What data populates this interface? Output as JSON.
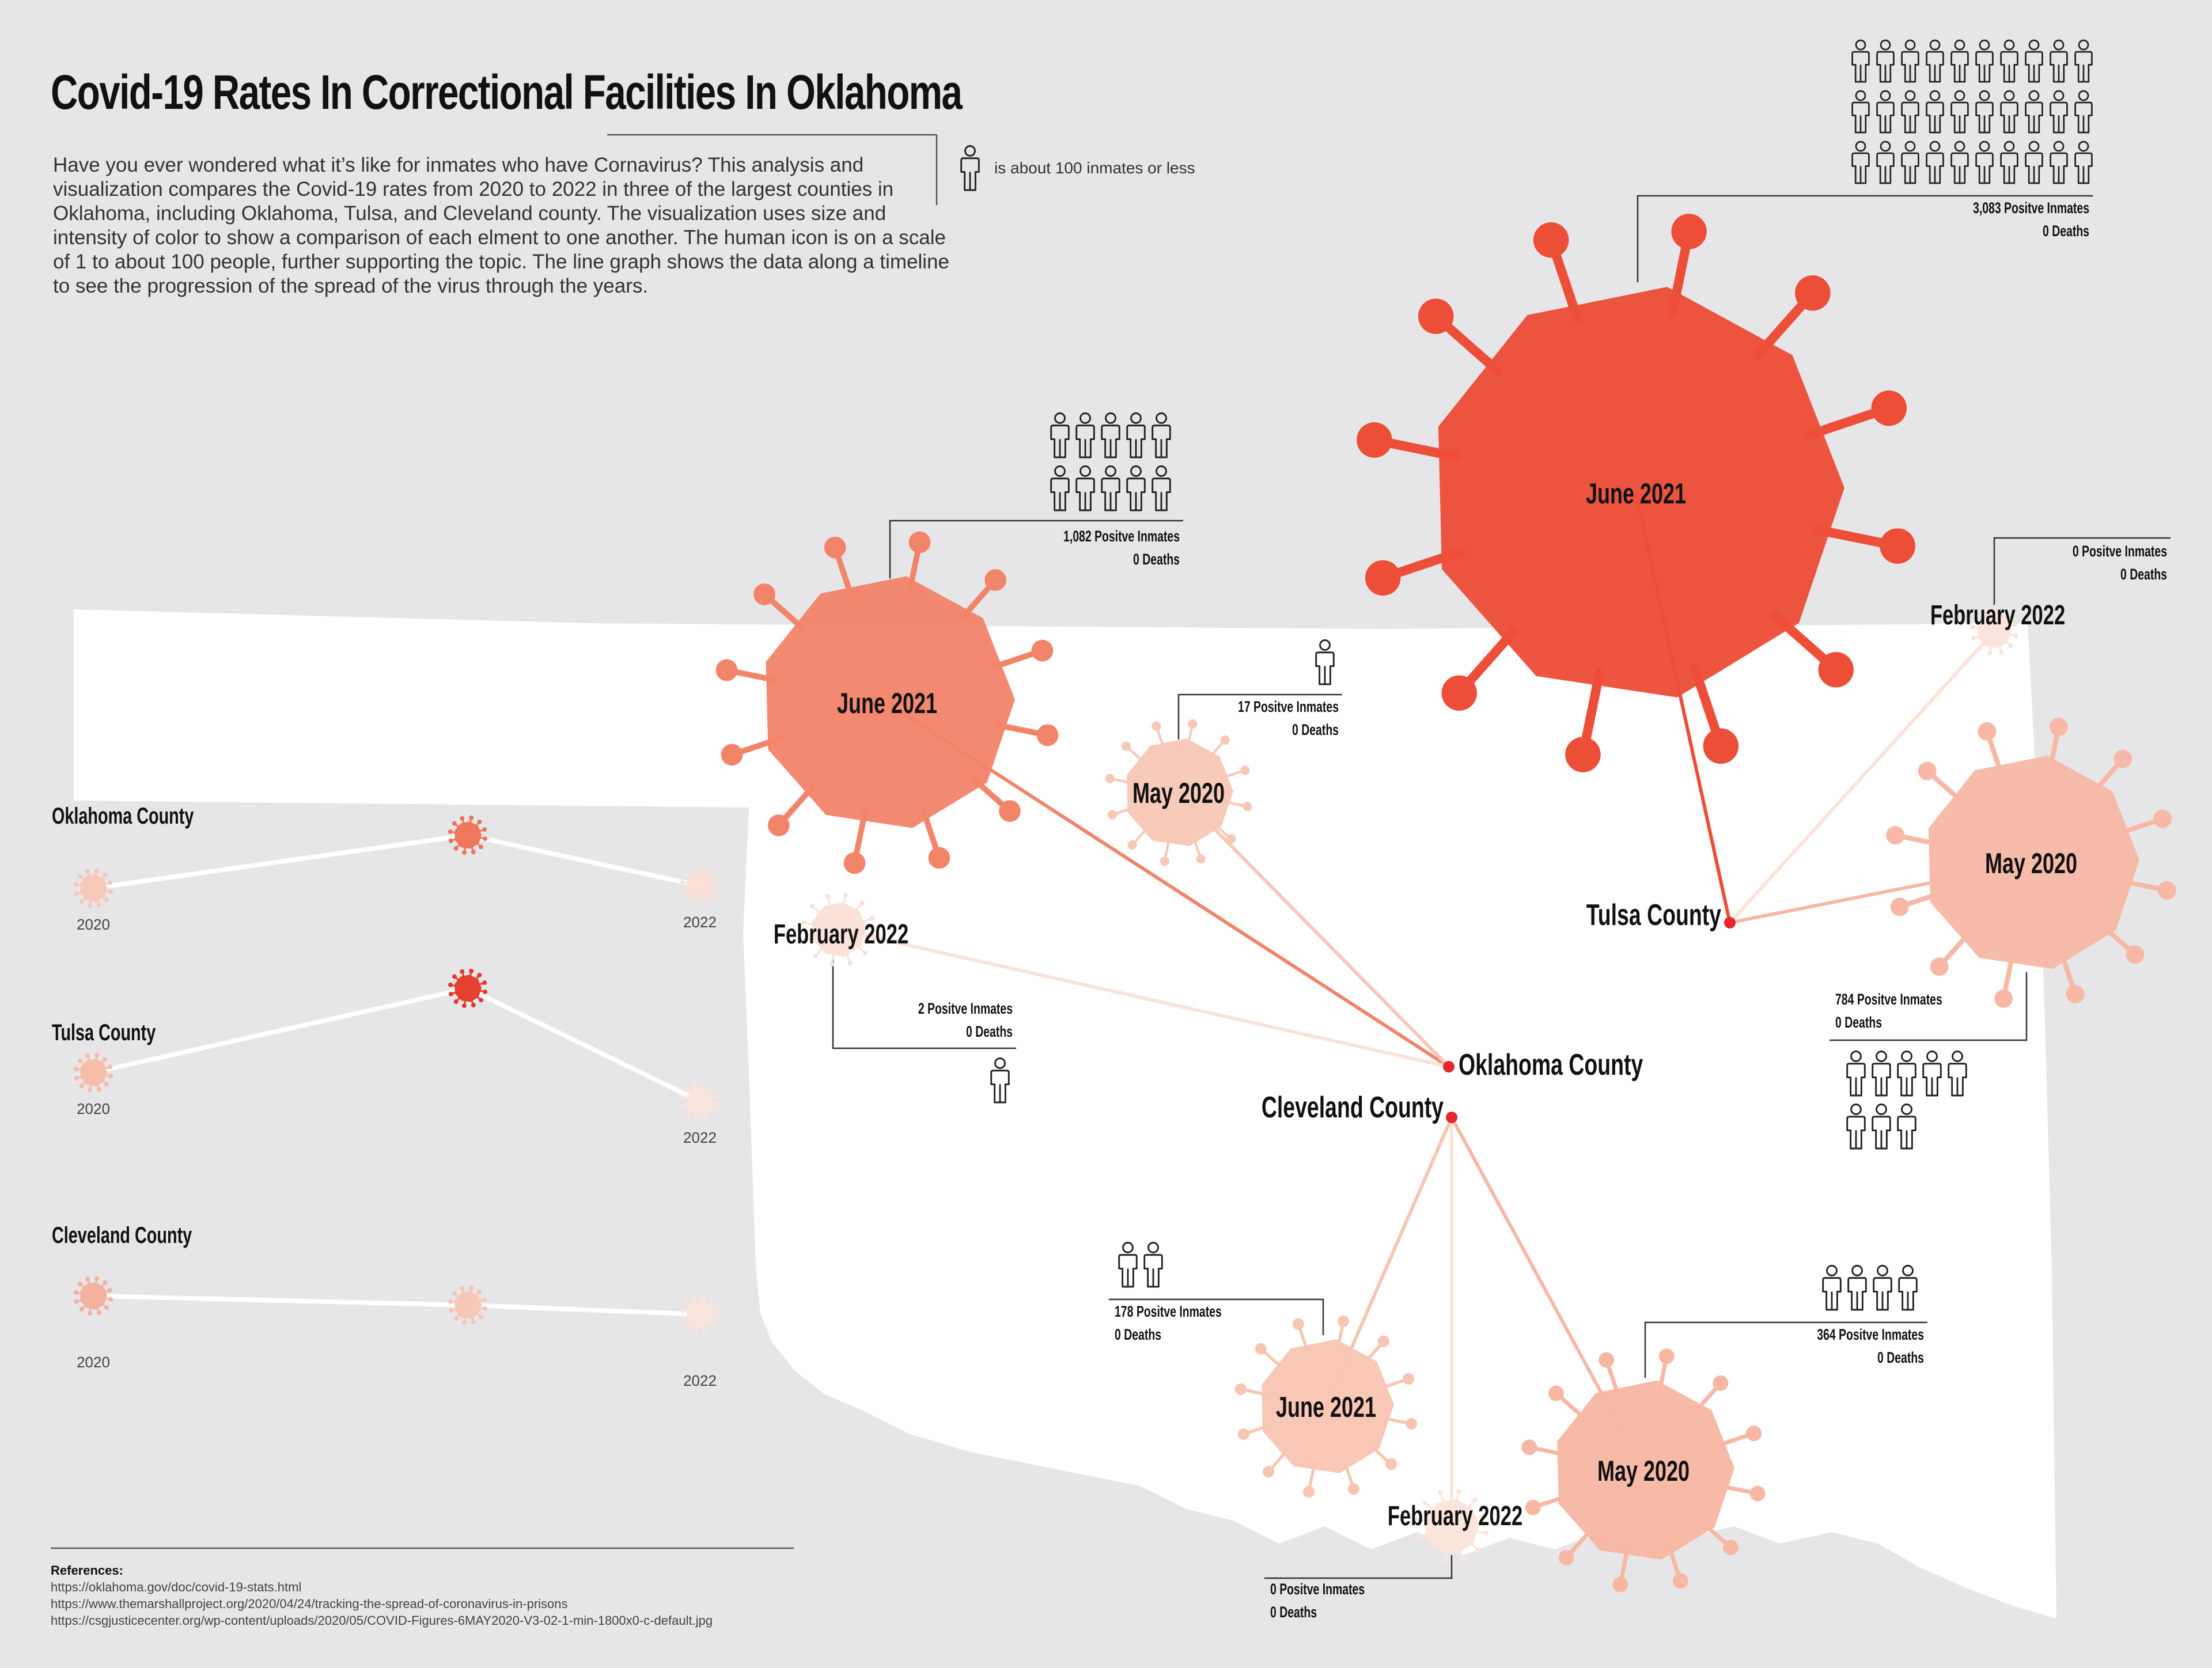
{
  "header": {
    "title": "Covid-19 Rates In Correctional Facilities In Oklahoma",
    "intro": "Have you ever wondered what it’s like for inmates who have Cornavirus? This analysis and visualization compares the Covid-19 rates from 2020 to 2022 in three of the largest counties in Oklahoma, including Oklahoma, Tulsa, and Cleveland county. The visualization uses size and intensity of color to show a comparison of each elment to one another. The human icon is on a scale of 1 to about 100 people, further supporting the topic. The line graph shows the data along a timeline to see the progression of the spread of the virus through the years.",
    "legend": "is about 100 inmates or less"
  },
  "colors": {
    "background": "#e6e6e8",
    "map": "#ffffff",
    "strong": "#ed4e38",
    "medium": "#f2846a",
    "light": "#f7bba8",
    "faint": "#fbdfd4",
    "hub": "#e5262d"
  },
  "references": {
    "heading": "References:",
    "links": [
      "https://oklahoma.gov/doc/covid-19-stats.html",
      "https://www.themarshallproject.org/2020/04/24/tracking-the-spread-of-coronavirus-in-prisons",
      "https://csgjusticecenter.org/wp-content/uploads/2020/05/COVID-Figures-6MAY2020-V3-02-1-min-1800x0-c-default.jpg"
    ]
  },
  "chart_data": [
    {
      "type": "network-bubble",
      "counties": [
        {
          "name": "Oklahoma County",
          "points": [
            {
              "period": "June 2021",
              "positive_label": "1,082 Positve Inmates",
              "positive": 1082,
              "deaths_label": "0 Deaths",
              "deaths": 0,
              "icons": 10,
              "color": "#f2846a"
            },
            {
              "period": "May 2020",
              "positive_label": "17 Positve Inmates",
              "positive": 17,
              "deaths_label": "0 Deaths",
              "deaths": 0,
              "icons": 1,
              "color": "#f8c8b7"
            },
            {
              "period": "February 2022",
              "positive_label": "2 Positve Inmates",
              "positive": 2,
              "deaths_label": "0 Deaths",
              "deaths": 0,
              "icons": 1,
              "color": "#fbe1d7"
            }
          ]
        },
        {
          "name": "Tulsa County",
          "points": [
            {
              "period": "June 2021",
              "positive_label": "3,083 Positve Inmates",
              "positive": 3083,
              "deaths_label": "0 Deaths",
              "deaths": 0,
              "icons": 30,
              "color": "#ed4e38"
            },
            {
              "period": "February 2022",
              "positive_label": "0 Positve Inmates",
              "positive": 0,
              "deaths_label": "0 Deaths",
              "deaths": 0,
              "icons": 0,
              "color": "#fbe3da"
            },
            {
              "period": "May 2020",
              "positive_label": "784 Positve Inmates",
              "positive": 784,
              "deaths_label": "0 Deaths",
              "deaths": 0,
              "icons": 8,
              "color": "#f7b9a5"
            }
          ]
        },
        {
          "name": "Cleveland County",
          "points": [
            {
              "period": "June 2021",
              "positive_label": "178 Positve Inmates",
              "positive": 178,
              "deaths_label": "0 Deaths",
              "deaths": 0,
              "icons": 2,
              "color": "#f8c5b3"
            },
            {
              "period": "May 2020",
              "positive_label": "364 Positve Inmates",
              "positive": 364,
              "deaths_label": "0 Deaths",
              "deaths": 0,
              "icons": 4,
              "color": "#f7b7a3"
            },
            {
              "period": "February 2022",
              "positive_label": "0 Positve Inmates",
              "positive": 0,
              "deaths_label": "0 Deaths",
              "deaths": 0,
              "icons": 0,
              "color": "#fce4db"
            }
          ]
        }
      ]
    },
    {
      "type": "line",
      "title": "Oklahoma County",
      "x": [
        "May 2020",
        "June 2021",
        "February 2022"
      ],
      "values": [
        17,
        1082,
        2
      ],
      "tick_labels": [
        "2020",
        "",
        "2022"
      ],
      "dot_colors": [
        "#f7c7b6",
        "#ee7358",
        "#fbe1d7"
      ]
    },
    {
      "type": "line",
      "title": "Tulsa County",
      "x": [
        "May 2020",
        "June 2021",
        "February 2022"
      ],
      "values": [
        784,
        3083,
        0
      ],
      "tick_labels": [
        "2020",
        "",
        "2022"
      ],
      "dot_colors": [
        "#f7bba7",
        "#e53a2a",
        "#fce4db"
      ]
    },
    {
      "type": "line",
      "title": "Cleveland County",
      "x": [
        "May 2020",
        "June 2021",
        "February 2022"
      ],
      "values": [
        364,
        178,
        0
      ],
      "tick_labels": [
        "2020",
        "",
        "2022"
      ],
      "dot_colors": [
        "#f5b09b",
        "#f8c5b3",
        "#fce4db"
      ]
    }
  ]
}
